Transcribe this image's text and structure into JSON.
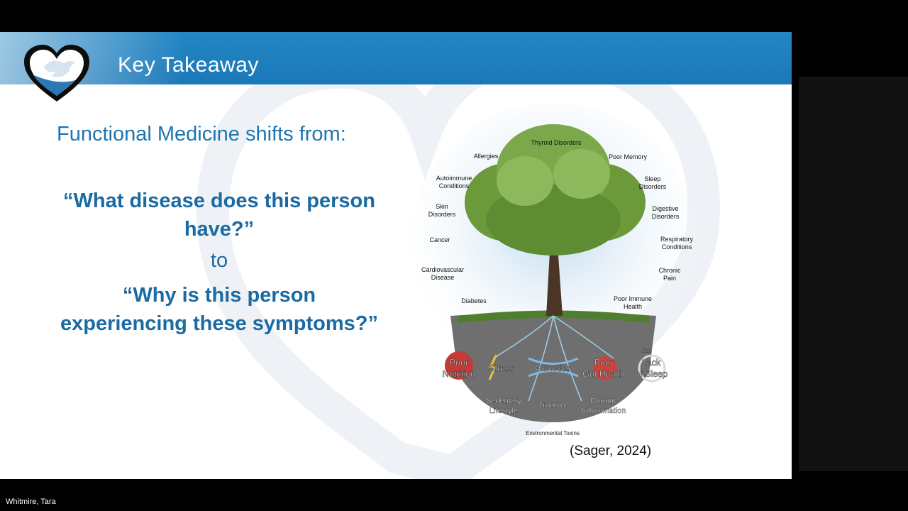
{
  "slide": {
    "title": "Key Takeaway",
    "shift_line": "Functional Medicine shifts from:",
    "question_1": "“What disease does this person have?”",
    "connector": "to",
    "question_2": "“Why is this person experiencing these symptoms?”",
    "citation": "(Sager, 2024)"
  },
  "tree_graphic": {
    "symptoms": [
      "Thyroid Disorders",
      "Allergies",
      "Poor Memory",
      "Autoimmune",
      "Conditions",
      "Sleep",
      "Disorders",
      "Skin",
      "Disorders",
      "Digestive",
      "Disorders",
      "Cancer",
      "Respiratory",
      "Conditions",
      "Cardiovascular",
      "Disease",
      "Chronic",
      "Pain",
      "Diabetes",
      "Poor Immune",
      "Health"
    ],
    "root_causes": [
      "Poor",
      "Nutrition",
      "Stress",
      "Genetics",
      "Poor",
      "Gut Health",
      "Lack",
      "of Sleep",
      "Sedentary",
      "Lifestyle",
      "Trauma",
      "Chronic",
      "Inflammation",
      "Environmental Toxins",
      "Zzz"
    ]
  },
  "meeting": {
    "speaker_name": "Whitmire, Tara"
  },
  "colors": {
    "title_bar": "#1a78b8",
    "text_blue": "#1a6aa3",
    "background": "#000000"
  }
}
